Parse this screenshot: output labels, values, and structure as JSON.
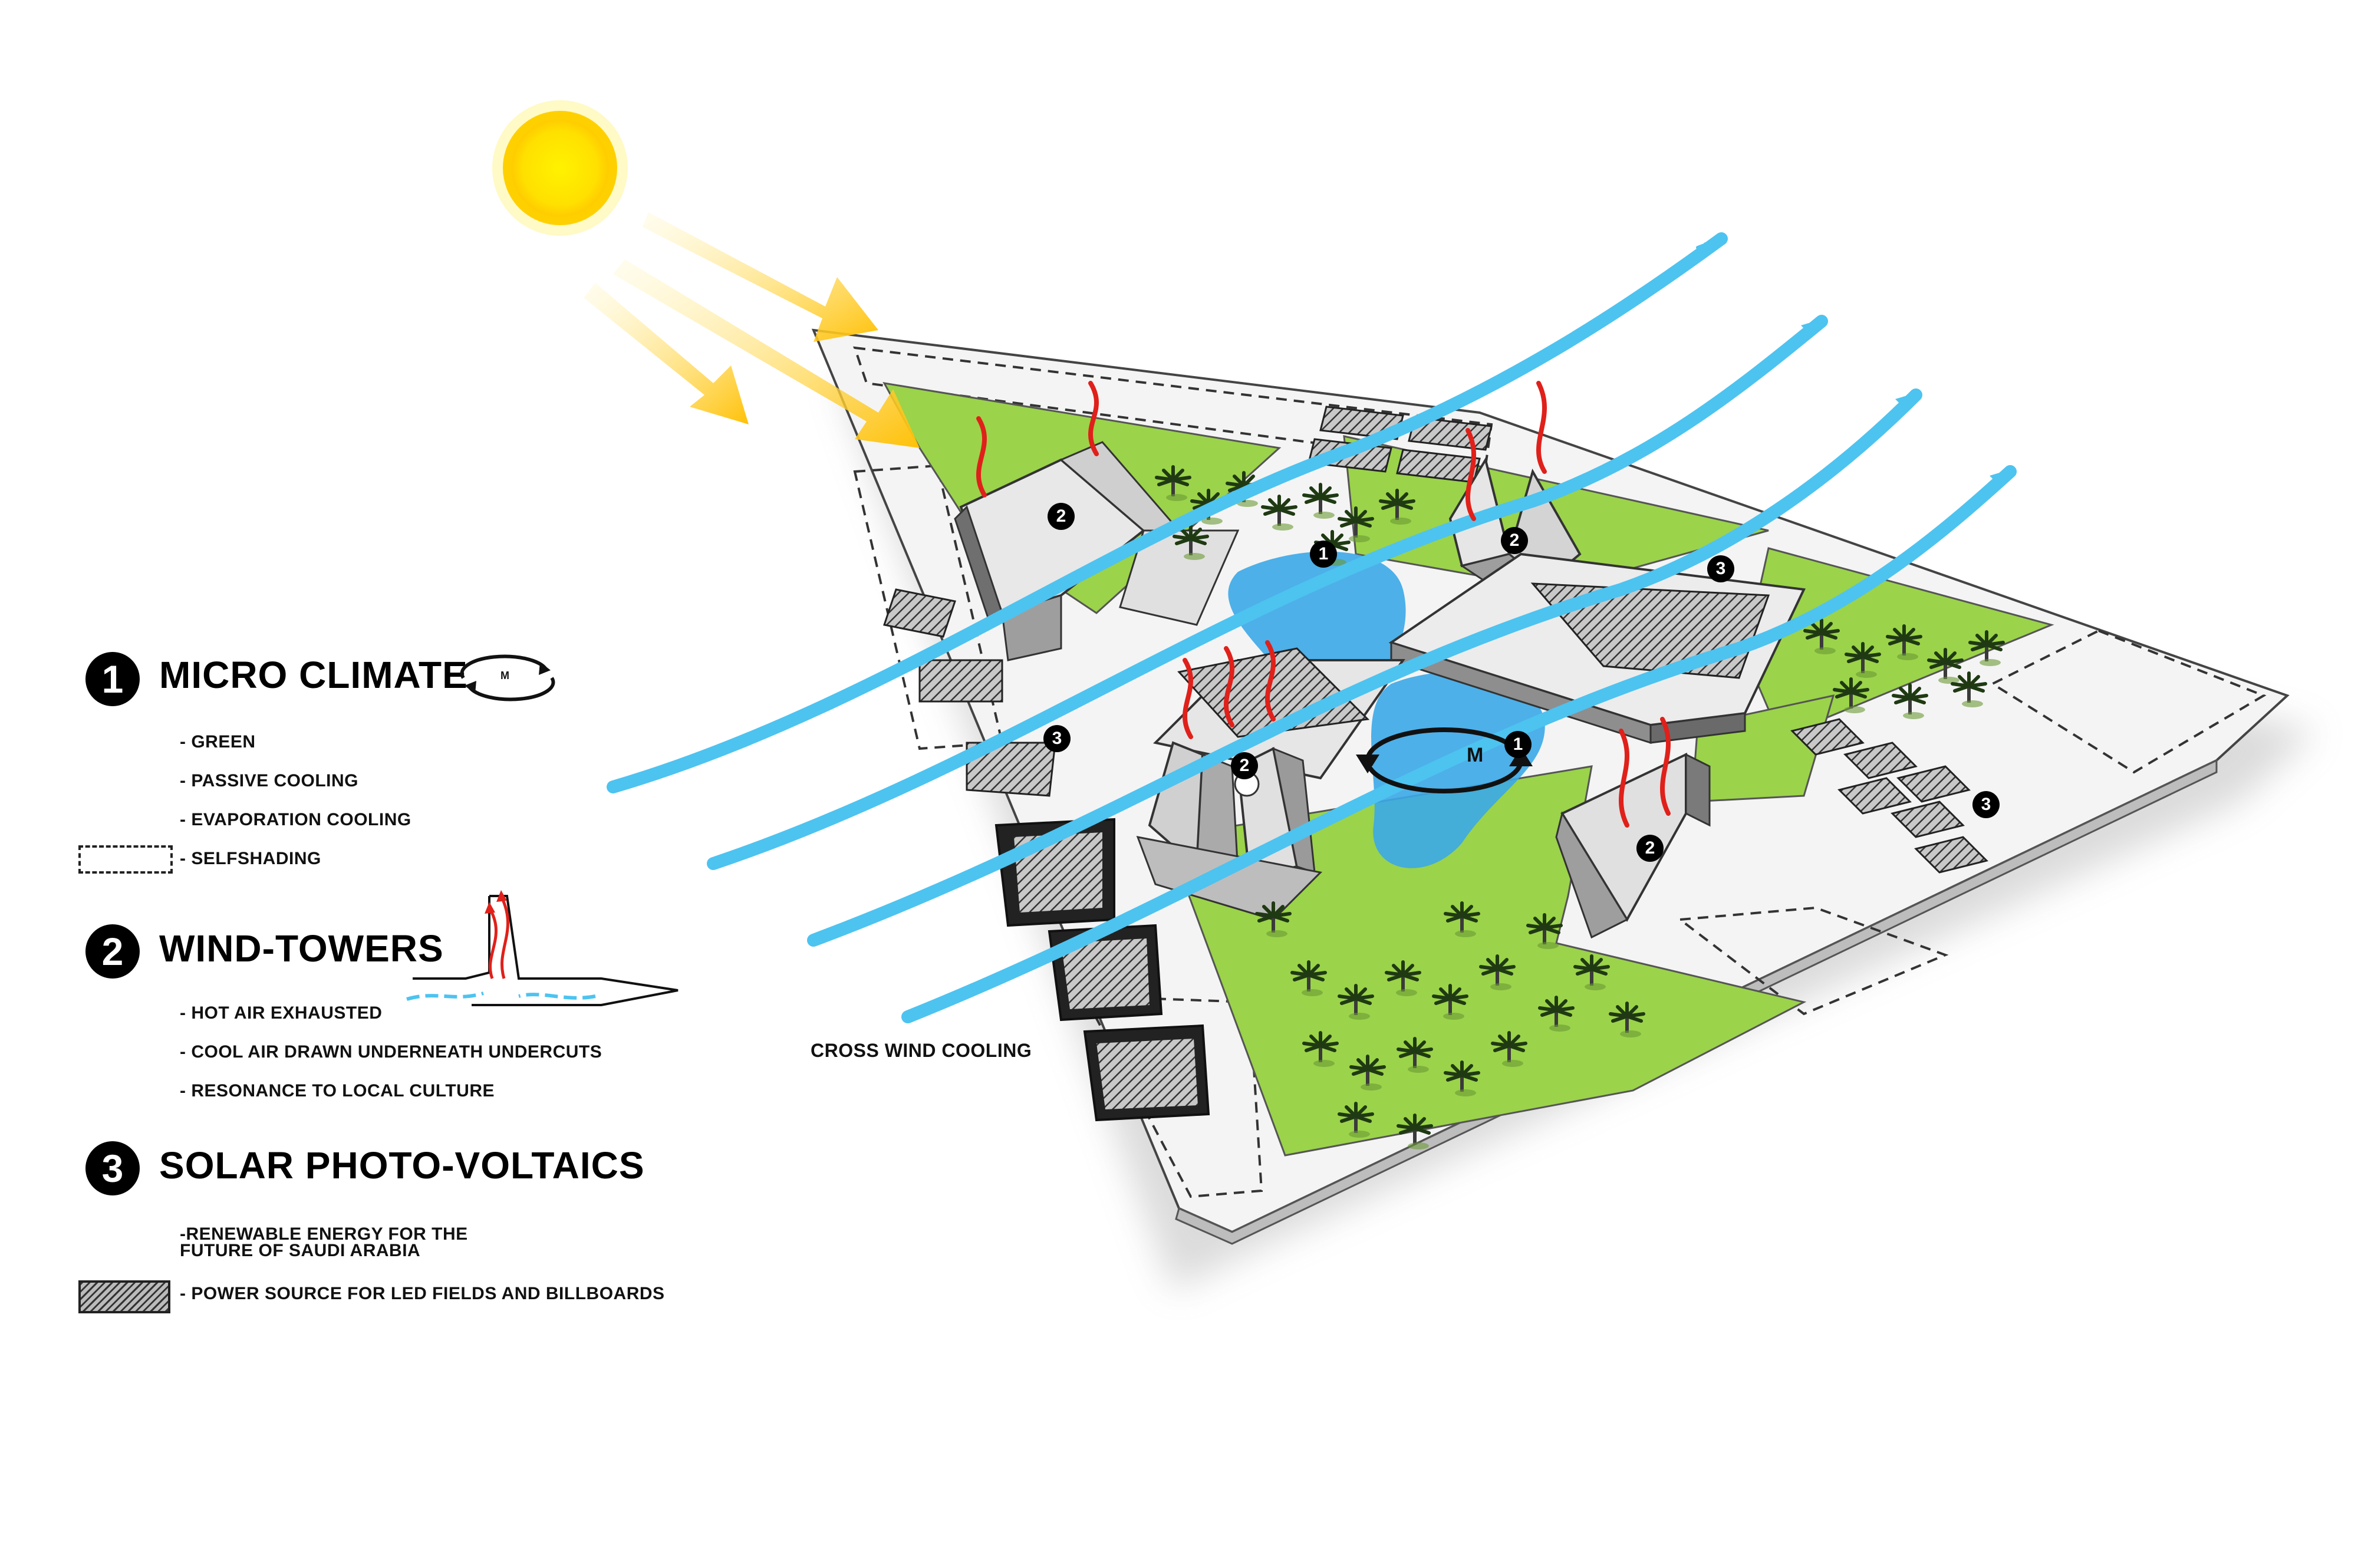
{
  "legend": {
    "micro_climate": {
      "number": "1",
      "title": "MICRO CLIMATE",
      "icon_letter": "M",
      "items": [
        "- GREEN",
        "- PASSIVE COOLING",
        "- EVAPORATION COOLING",
        "- SELFSHADING"
      ]
    },
    "wind_towers": {
      "number": "2",
      "title": "WIND-TOWERS",
      "items": [
        "- HOT AIR EXHAUSTED",
        "- COOL AIR DRAWN UNDERNEATH UNDERCUTS",
        "- RESONANCE TO LOCAL CULTURE"
      ]
    },
    "solar": {
      "number": "3",
      "title": "SOLAR PHOTO-VOLTAICS",
      "items": [
        "-RENEWABLE ENERGY FOR THE FUTURE OF SAUDI ARABIA",
        "- POWER SOURCE FOR LED FIELDS AND BILLBOARDS"
      ]
    }
  },
  "site": {
    "cross_wind_label": "CROSS WIND COOLING",
    "micro_letter": "M",
    "badges": [
      "1",
      "1",
      "2",
      "2",
      "2",
      "2",
      "3",
      "3",
      "3"
    ]
  },
  "colors": {
    "sun": "#FFE600",
    "sun_ring": "#FFC400",
    "sun_rays": "#FFC107",
    "wind": "#4DC3F0",
    "hot_air": "#E0201A",
    "green": "#9BD34A",
    "water": "#3BA9E8",
    "platform": "#F4F4F4",
    "ink": "#111111"
  }
}
